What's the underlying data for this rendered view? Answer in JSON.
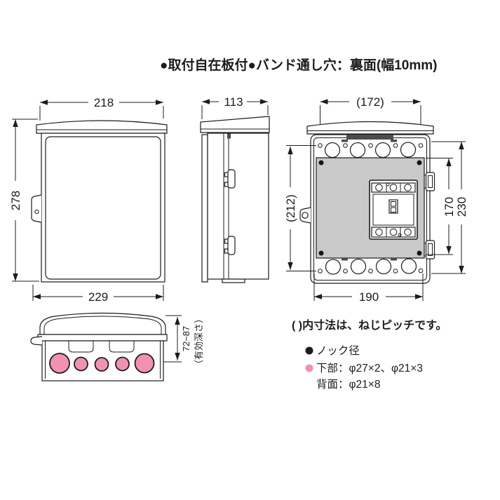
{
  "page": {
    "title_note": "●取付自在板付●バンド通し穴：裏面(幅10mm)"
  },
  "views": {
    "front": {
      "dim_width_body": "218",
      "dim_height": "278",
      "dim_width_overall": "229"
    },
    "side": {
      "dim_depth": "113"
    },
    "back": {
      "dim_screw_pitch_width": "(172)",
      "dim_screw_pitch_height": "(212)",
      "dim_plate_height": "170",
      "dim_body_height": "230",
      "dim_body_width": "190"
    },
    "bottom": {
      "dim_effective_depth": "72~87",
      "dim_effective_depth_label": "（有効深さ）"
    }
  },
  "notes": {
    "pitch_note": "( )内寸法は、ねじピッチです。",
    "knock_title": "ノック径",
    "knock_bottom": "下部：φ27×2、φ21×3",
    "knock_back": "背面：φ21×8"
  },
  "colors": {
    "magenta": "#b5305f",
    "knock_pink": "#f192b1",
    "plate_gray": "#c9c9c9",
    "line": "#1c1c1c"
  }
}
